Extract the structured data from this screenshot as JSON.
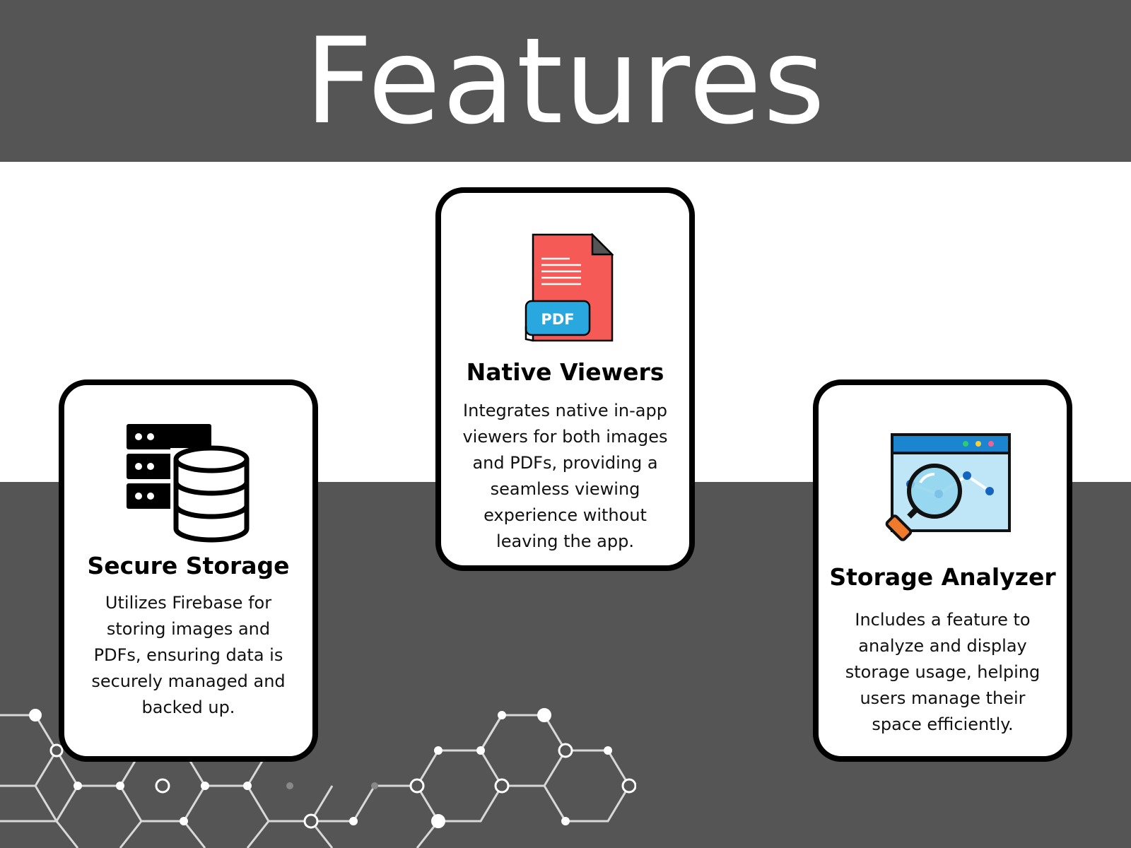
{
  "header": {
    "title": "Features"
  },
  "features": [
    {
      "title": "Secure Storage",
      "description": "Utilizes Firebase for storing images and PDFs, ensuring data is securely managed and backed up.",
      "icon": "database-server-icon"
    },
    {
      "title": "Native Viewers",
      "description": "Integrates native in-app viewers for both images and PDFs, providing a seamless viewing experience without leaving the app.",
      "icon": "pdf-file-icon",
      "badge": "PDF"
    },
    {
      "title": "Storage Analyzer",
      "description": "Includes a feature to analyze and display storage usage, helping users manage their space efficiently.",
      "icon": "analytics-magnifier-icon"
    }
  ],
  "colors": {
    "band": "#555555",
    "card_border": "#000000",
    "pdf_red": "#f55a57",
    "pdf_badge": "#29a8e0",
    "magnifier_orange": "#f07a2b"
  }
}
